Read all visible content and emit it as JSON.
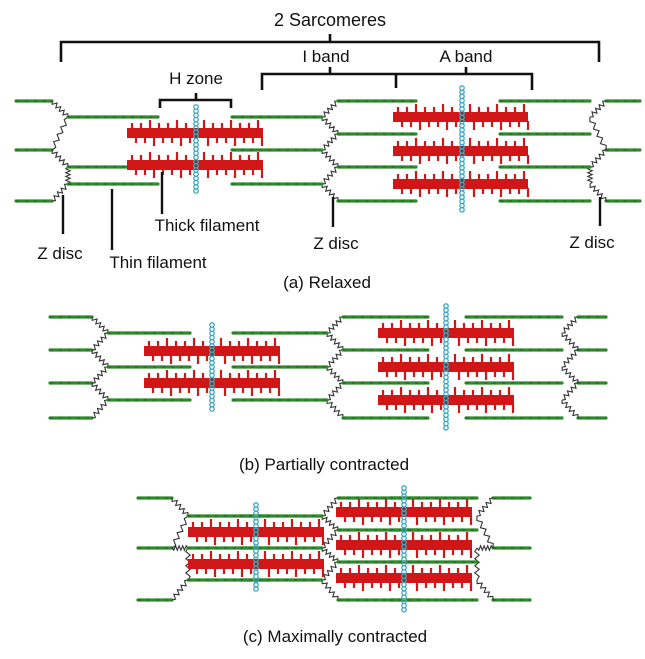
{
  "figure": {
    "top_labels": {
      "sarcomeres": "2 Sarcomeres",
      "i_band": "I band",
      "a_band": "A band",
      "h_zone": "H zone"
    },
    "bottom_labels": {
      "z_disc_left": "Z disc",
      "thin_filament": "Thin filament",
      "thick_filament": "Thick filament",
      "z_disc_middle": "Z disc",
      "z_disc_right": "Z disc"
    },
    "panels": [
      {
        "id": "a",
        "caption": "(a) Relaxed",
        "state": "relaxed"
      },
      {
        "id": "b",
        "caption": "(b) Partially contracted",
        "state": "partially-contracted"
      },
      {
        "id": "c",
        "caption": "(c) Maximally contracted",
        "state": "maximally-contracted"
      }
    ],
    "colors": {
      "thin_filament": "#2e8a2a",
      "thick_filament": "#d01616",
      "m_line": "#3aa9c4",
      "z_disc": "#333333",
      "text": "#111111"
    }
  }
}
